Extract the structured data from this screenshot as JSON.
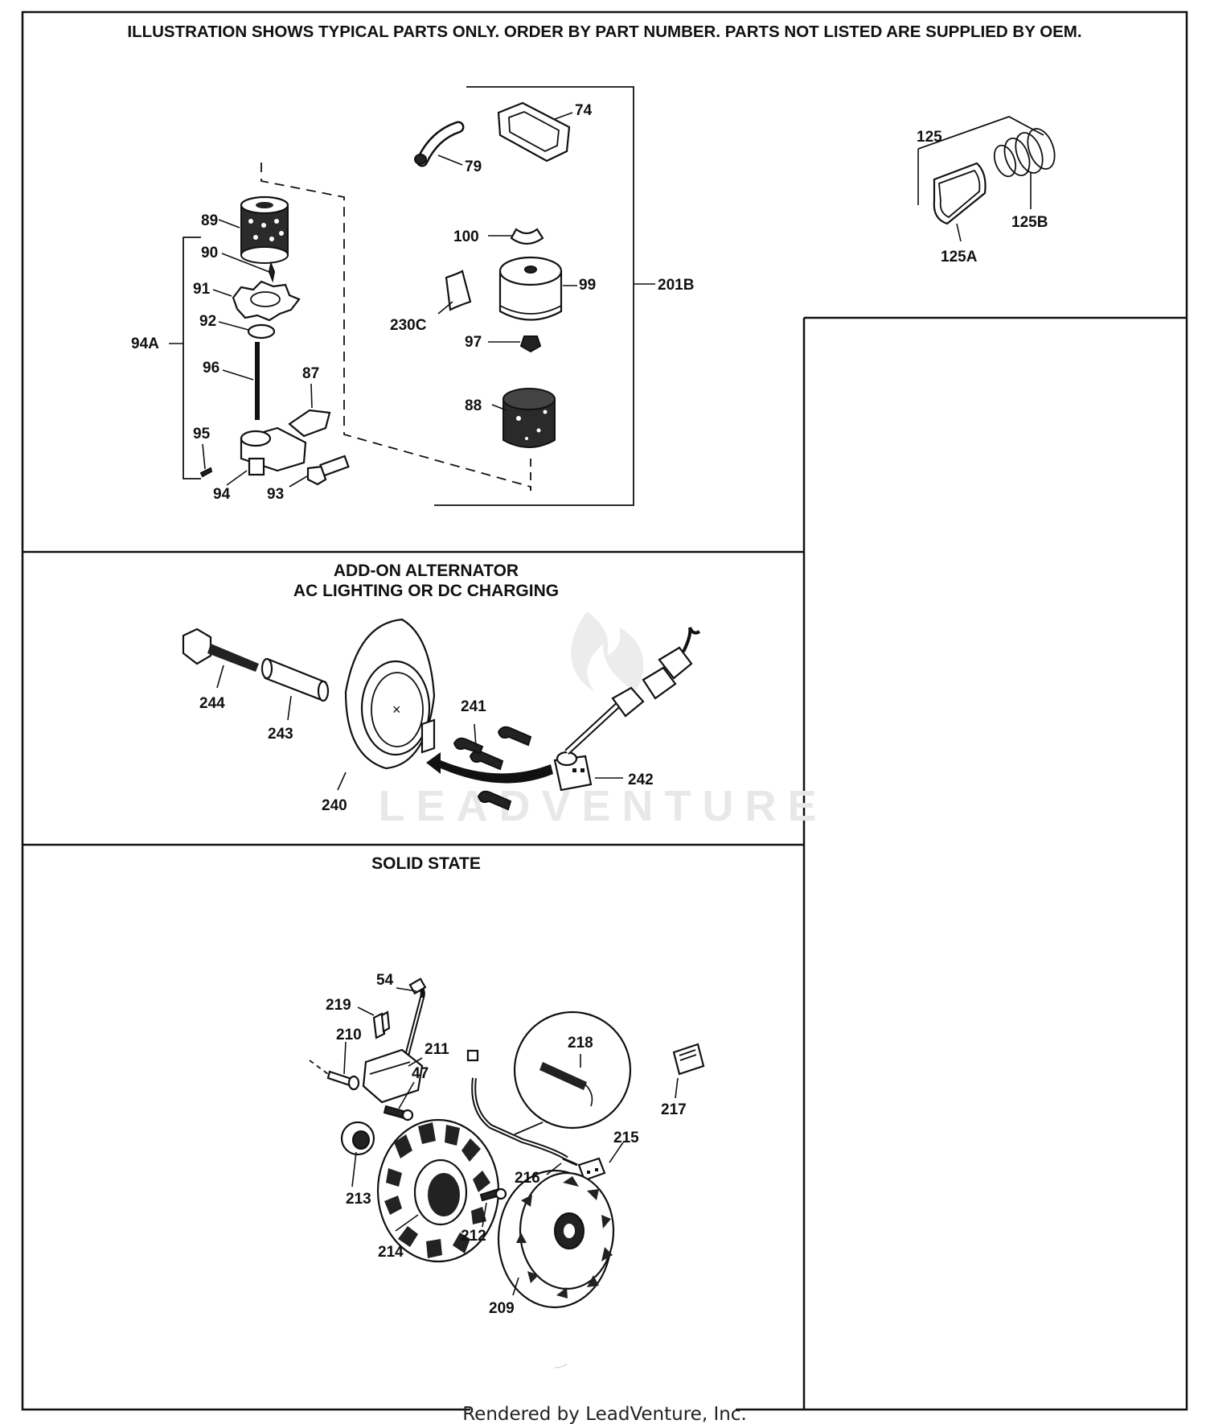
{
  "header_note": "ILLUSTRATION SHOWS TYPICAL PARTS ONLY. ORDER BY PART NUMBER. PARTS NOT LISTED ARE SUPPLIED BY OEM.",
  "sections": {
    "alternator": {
      "title_line1": "ADD-ON ALTERNATOR",
      "title_line2": "AC LIGHTING OR DC CHARGING"
    },
    "solid_state": {
      "title": "SOLID STATE"
    }
  },
  "callouts": {
    "p74": "74",
    "p79": "79",
    "p89": "89",
    "p90": "90",
    "p91": "91",
    "p92": "92",
    "p94A": "94A",
    "p96": "96",
    "p87": "87",
    "p95": "95",
    "p94": "94",
    "p93": "93",
    "p100": "100",
    "p99": "99",
    "p201B": "201B",
    "p230C": "230C",
    "p97": "97",
    "p88": "88",
    "p125": "125",
    "p125A": "125A",
    "p125B": "125B",
    "p244": "244",
    "p243": "243",
    "p240": "240",
    "p241": "241",
    "p242": "242",
    "p54": "54",
    "p219": "219",
    "p210": "210",
    "p211": "211",
    "p47": "47",
    "p218": "218",
    "p217": "217",
    "p215": "215",
    "p216": "216",
    "p213": "213",
    "p212": "212",
    "p214": "214",
    "p209": "209"
  },
  "watermark": "LEADVENTURE",
  "footer": "Rendered by LeadVenture, Inc."
}
